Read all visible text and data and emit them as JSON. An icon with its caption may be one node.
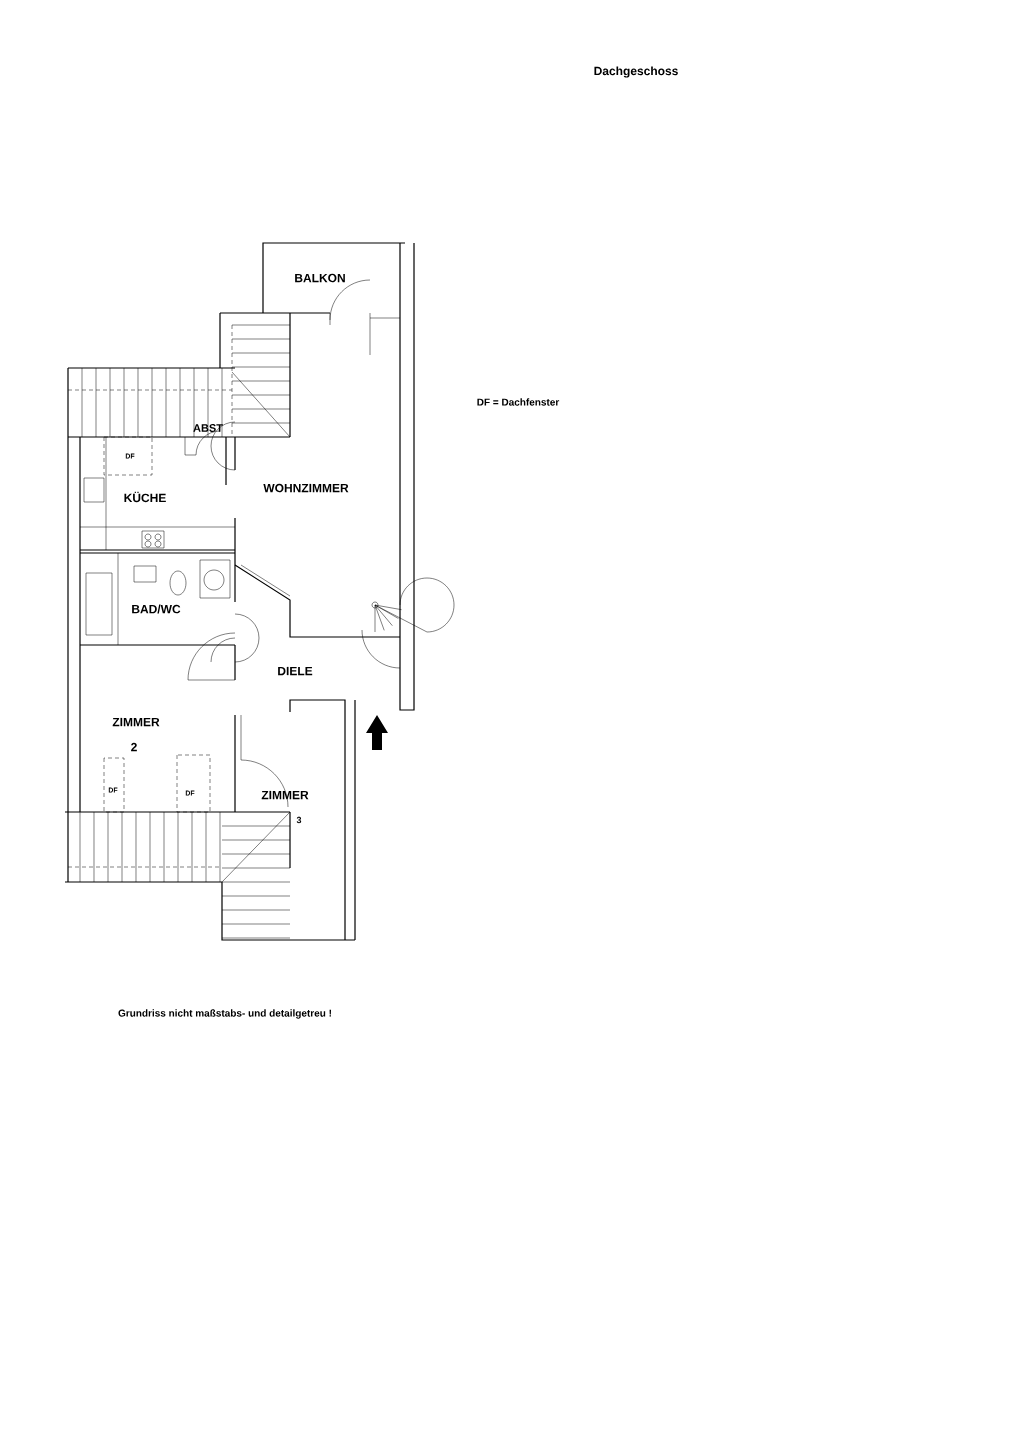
{
  "diagram": {
    "title": "Dachgeschoss",
    "caption": "Grundriss nicht maßstabs- und detailgetreu !",
    "labels": [
      "BALKON",
      "DF = Dachfenster",
      "ABST",
      "DF",
      "KÜCHE",
      "WOHNZIMMER",
      "BAD/WC",
      "DIELE",
      "ZIMMER",
      "2",
      "DF",
      "DF",
      "ZIMMER",
      "3"
    ]
  }
}
